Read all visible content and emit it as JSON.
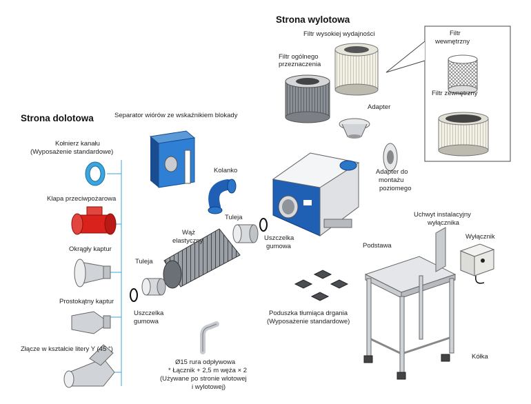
{
  "titles": {
    "outlet": "Strona wylotowa",
    "inlet": "Strona dolotowa"
  },
  "labels": {
    "high_efficiency_filter": "Filtr wysokiej wydajności",
    "general_filter_1": "Filtr ogólnego",
    "general_filter_2": "przeznaczenia",
    "inner_filter_1": "Filtr",
    "inner_filter_2": "wewnętrzny",
    "outer_filter": "Filtr zewnętrzny",
    "adapter": "Adapter",
    "horizontal_adapter_1": "Adapter do",
    "horizontal_adapter_2": "montażu",
    "horizontal_adapter_3": "poziomego",
    "chip_separator": "Separator wiórów ze wskaźnikiem blokady",
    "duct_flange_1": "Kołnierz kanału",
    "duct_flange_2": "(Wyposażenie standardowe)",
    "elbow": "Kolanko",
    "fire_damper": "Klapa przeciwpożarowa",
    "sleeve_right": "Tuleja",
    "flexible_hose_1": "Wąż",
    "flexible_hose_2": "elastyczny",
    "rubber_seal_right_1": "Uszczelka",
    "rubber_seal_right_2": "gumowa",
    "round_hood": "Okrągły kaptur",
    "sleeve_left": "Tuleja",
    "rectangular_hood": "Prostokątny kaptur",
    "rubber_seal_left_1": "Uszczelka",
    "rubber_seal_left_2": "gumowa",
    "y_connector": "Złącze w kształcie litery Y (45 °)",
    "breaker_bracket_1": "Uchwyt instalacyjny",
    "breaker_bracket_2": "wyłącznika",
    "breaker": "Wyłącznik",
    "stand": "Podstawa",
    "vibration_pad_1": "Poduszka tłumiąca drgania",
    "vibration_pad_2": "(Wyposażenie standardowe)",
    "drain_pipe_1": "Ø15 rura odpływowa",
    "drain_pipe_2": "* Łącznik + 2,5 m węża × 2",
    "drain_pipe_3": "(Używane po stronie wlotowej",
    "drain_pipe_4": "i wylotowej)",
    "casters": "Kółka"
  },
  "colors": {
    "leader_line": "#3aa6dd",
    "unit_blue": "#1f5fb4",
    "damper_red": "#d9221c",
    "steel": "#c9cdd2"
  }
}
